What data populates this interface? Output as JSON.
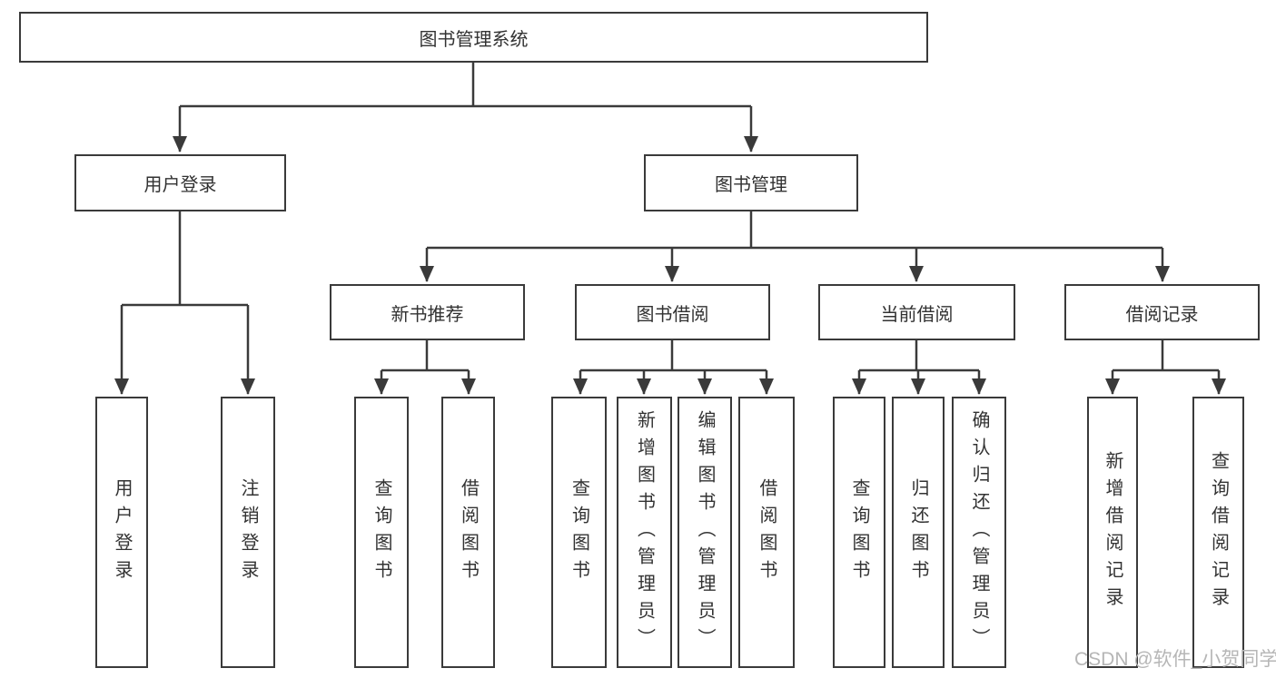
{
  "watermark": "CSDN @软件_小贺同学",
  "colors": {
    "line": "#3a3a3a",
    "text": "#323232",
    "background": "#ffffff",
    "watermark": "#b6b6b6"
  },
  "tree": {
    "root": {
      "label": "图书管理系统"
    },
    "branches": [
      {
        "label": "用户登录",
        "children": [
          {
            "label": "用户登录"
          },
          {
            "label": "注销登录"
          }
        ]
      },
      {
        "label": "图书管理",
        "children": [
          {
            "label": "新书推荐",
            "children": [
              {
                "label": "查询图书"
              },
              {
                "label": "借阅图书"
              }
            ]
          },
          {
            "label": "图书借阅",
            "children": [
              {
                "label": "查询图书"
              },
              {
                "label": "新增图书（管理员）"
              },
              {
                "label": "编辑图书（管理员）"
              },
              {
                "label": "借阅图书"
              }
            ]
          },
          {
            "label": "当前借阅",
            "children": [
              {
                "label": "查询图书"
              },
              {
                "label": "归还图书"
              },
              {
                "label": "确认归还（管理员）"
              }
            ]
          },
          {
            "label": "借阅记录",
            "children": [
              {
                "label": "新增借阅记录"
              },
              {
                "label": "查询借阅记录"
              }
            ]
          }
        ]
      }
    ]
  }
}
